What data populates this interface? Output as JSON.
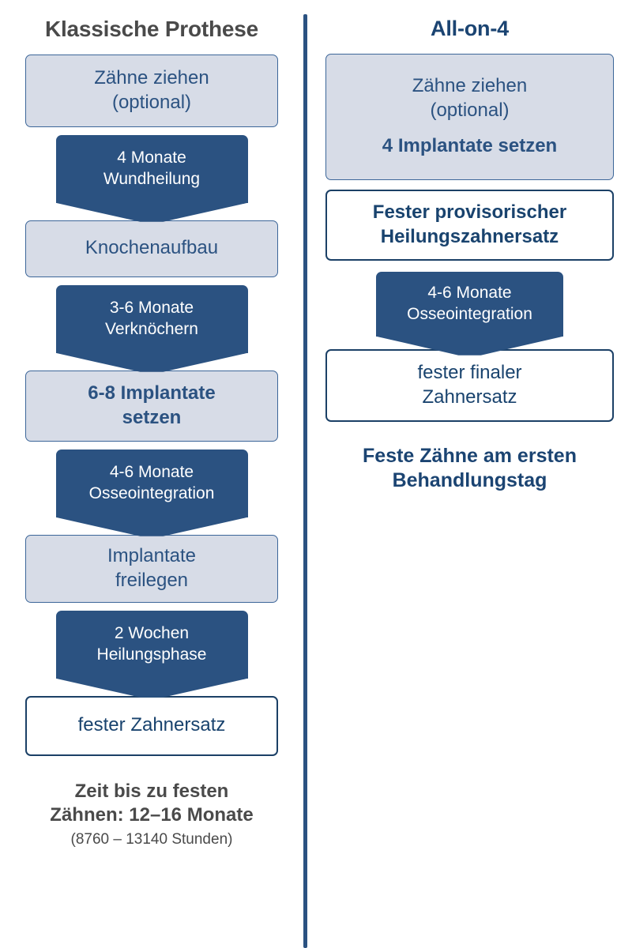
{
  "title": "Behandlungsablauf Vergleich",
  "colors": {
    "dark_blue": "#2b5281",
    "light_blue_fill": "#d7dce7",
    "outline_navy": "#1b4066",
    "header_gray": "#4a4a4a",
    "header_navy": "#1b4472",
    "white": "#ffffff"
  },
  "columns": [
    {
      "id": "klassische-prothese",
      "header": "Klassische Prothese",
      "steps": [
        {
          "type": "light",
          "lines": [
            {
              "text": "Zähne ziehen",
              "bold": false
            },
            {
              "text": "(optional)",
              "bold": false
            }
          ]
        },
        {
          "type": "dark",
          "lines": [
            {
              "text": "4 Monate",
              "bold": false
            },
            {
              "text": "Wundheilung",
              "bold": false
            }
          ]
        },
        {
          "type": "light",
          "lines": [
            {
              "text": "Knochenaufbau",
              "bold": false
            }
          ]
        },
        {
          "type": "dark",
          "lines": [
            {
              "text": "3-6 Monate",
              "bold": false
            },
            {
              "text": "Verknöchern",
              "bold": false
            }
          ]
        },
        {
          "type": "light",
          "lines": [
            {
              "text": "6-8 Implantate",
              "bold": true
            },
            {
              "text": "setzen",
              "bold": true
            }
          ]
        },
        {
          "type": "dark",
          "lines": [
            {
              "text": "4-6 Monate",
              "bold": false
            },
            {
              "text": "Osseointegration",
              "bold": false
            }
          ]
        },
        {
          "type": "light",
          "lines": [
            {
              "text": "Implantate",
              "bold": false
            },
            {
              "text": "freilegen",
              "bold": false
            }
          ]
        },
        {
          "type": "dark",
          "lines": [
            {
              "text": "2 Wochen",
              "bold": false
            },
            {
              "text": "Heilungsphase",
              "bold": false
            }
          ]
        },
        {
          "type": "outline",
          "lines": [
            {
              "text": "fester Zahnersatz",
              "bold": false
            }
          ]
        }
      ],
      "footer": {
        "lines": [
          "Zeit bis zu festen",
          "Zähnen: 12–16 Monate"
        ],
        "sub": "(8760 – 13140 Stunden)"
      }
    },
    {
      "id": "all-on-4",
      "header": "All-on-4",
      "steps": [
        {
          "type": "light",
          "lines": [
            {
              "text": "Zähne ziehen",
              "bold": false
            },
            {
              "text": "(optional)",
              "bold": false
            },
            {
              "text": "",
              "bold": false,
              "spacer": true
            },
            {
              "text": "4 Implantate setzen",
              "bold": true
            }
          ]
        },
        {
          "type": "outline",
          "lines": [
            {
              "text": "Fester provisorischer",
              "bold": true
            },
            {
              "text": "Heilungszahnersatz",
              "bold": true
            }
          ]
        },
        {
          "type": "dark",
          "lines": [
            {
              "text": "4-6 Monate",
              "bold": false
            },
            {
              "text": "Osseointegration",
              "bold": false
            }
          ]
        },
        {
          "type": "outline",
          "lines": [
            {
              "text": "fester finaler",
              "bold": false
            },
            {
              "text": "Zahnersatz",
              "bold": false
            }
          ]
        }
      ],
      "footer": {
        "lines": [
          "Feste Zähne am ersten",
          "Behandlungstag"
        ],
        "sub": ""
      }
    }
  ]
}
